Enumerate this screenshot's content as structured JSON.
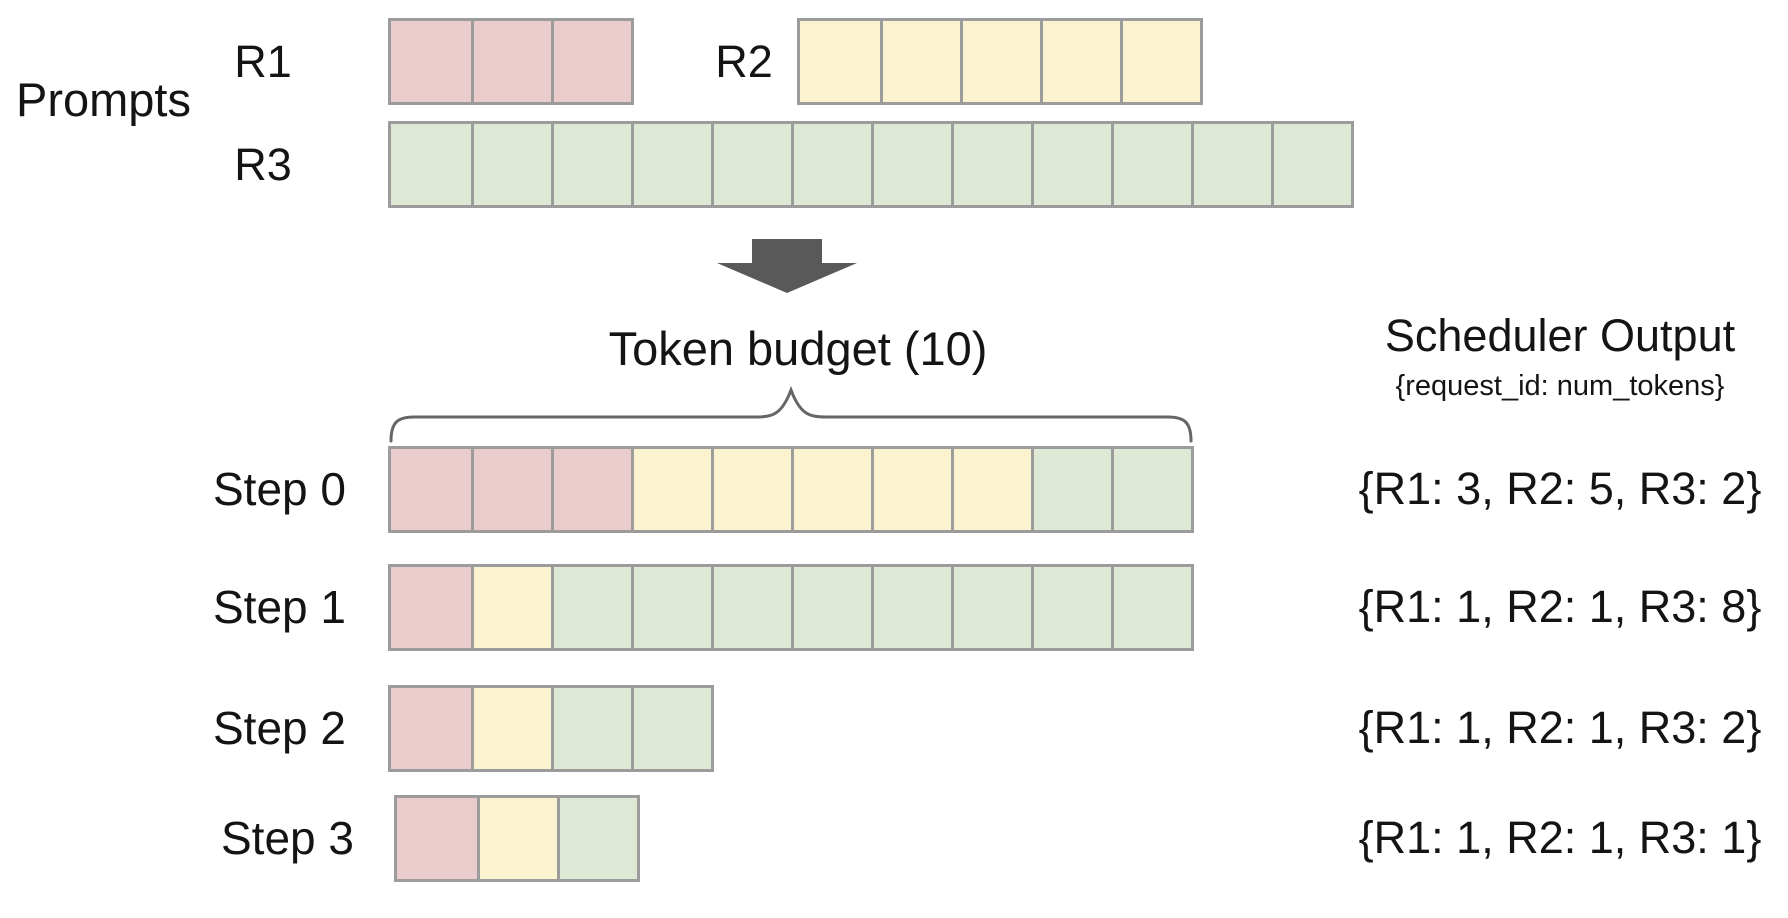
{
  "colors": {
    "R1": "#ebcccc",
    "R2": "#fbf2d0",
    "R3": "#dde8d5",
    "cell_border": "#9c9c9c",
    "arrow": "#595959",
    "brace": "#666666",
    "text": "#141414"
  },
  "prompts": {
    "section_label": "Prompts",
    "requests": [
      {
        "id": "R1",
        "label": "R1",
        "prompt_tokens": 3,
        "segments": [
          {
            "request": "R1",
            "tokens": 3
          }
        ]
      },
      {
        "id": "R2",
        "label": "R2",
        "prompt_tokens": 5,
        "segments": [
          {
            "request": "R2",
            "tokens": 5
          }
        ]
      },
      {
        "id": "R3",
        "label": "R3",
        "prompt_tokens": 12,
        "segments": [
          {
            "request": "R3",
            "tokens": 12
          }
        ]
      }
    ]
  },
  "token_budget": {
    "label": "Token budget (10)",
    "budget": 10
  },
  "scheduler_output": {
    "title": "Scheduler Output",
    "subtitle": "{request_id: num_tokens}"
  },
  "steps": [
    {
      "label": "Step 0",
      "segments": [
        {
          "request": "R1",
          "tokens": 3
        },
        {
          "request": "R2",
          "tokens": 5
        },
        {
          "request": "R3",
          "tokens": 2
        }
      ],
      "output": "{R1: 3, R2: 5, R3: 2}"
    },
    {
      "label": "Step 1",
      "segments": [
        {
          "request": "R1",
          "tokens": 1
        },
        {
          "request": "R2",
          "tokens": 1
        },
        {
          "request": "R3",
          "tokens": 8
        }
      ],
      "output": "{R1: 1, R2: 1, R3: 8}"
    },
    {
      "label": "Step 2",
      "segments": [
        {
          "request": "R1",
          "tokens": 1
        },
        {
          "request": "R2",
          "tokens": 1
        },
        {
          "request": "R3",
          "tokens": 2
        }
      ],
      "output": "{R1: 1, R2: 1, R3: 2}"
    },
    {
      "label": "Step 3",
      "segments": [
        {
          "request": "R1",
          "tokens": 1
        },
        {
          "request": "R2",
          "tokens": 1
        },
        {
          "request": "R3",
          "tokens": 1
        }
      ],
      "output": "{R1: 1, R2: 1, R3: 1}"
    }
  ]
}
